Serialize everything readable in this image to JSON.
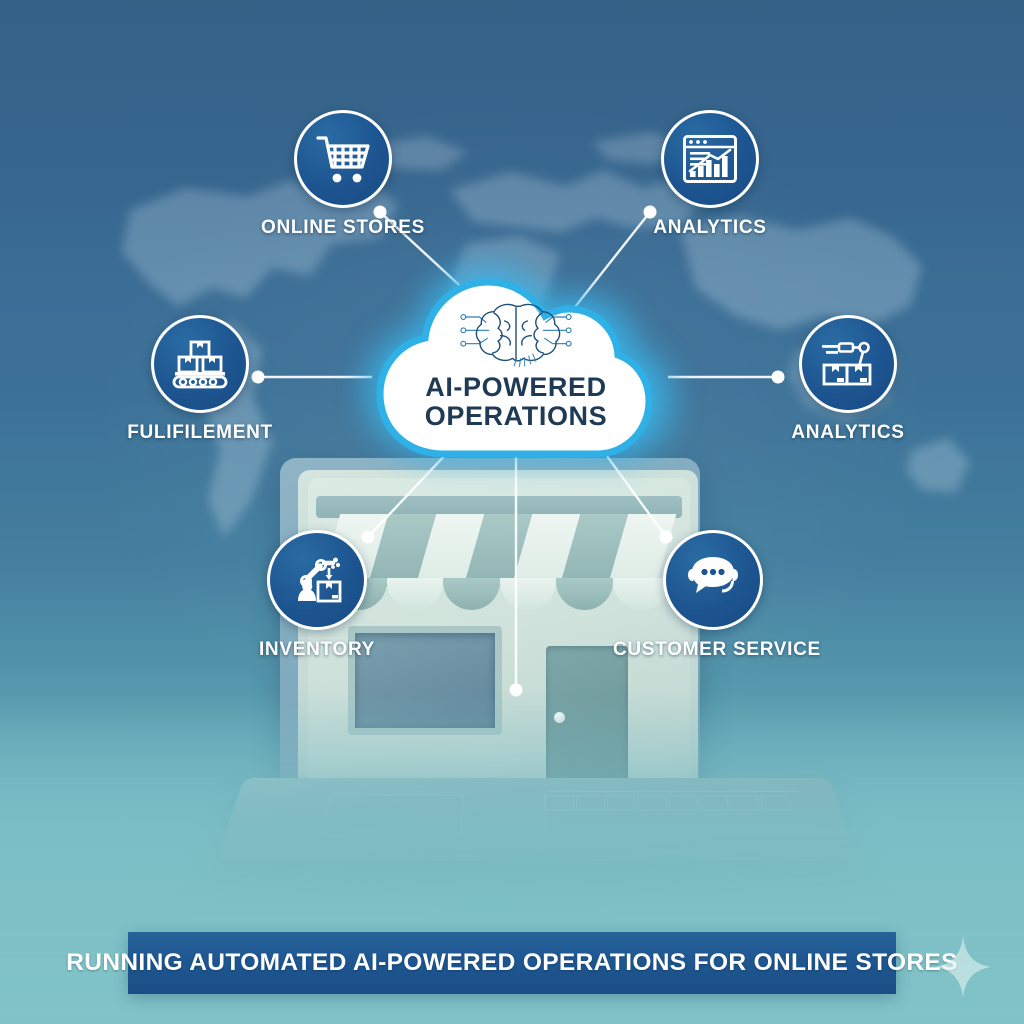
{
  "meta": {
    "title": "AI-Powered Operations Infographic",
    "layout": "hub-and-spoke"
  },
  "theme": {
    "node_blue": "#1d5591",
    "banner_blue": "#1f5791",
    "cloud_glow": "#3fb8e8",
    "cloud_fill": "#ffffff",
    "cloud_title_color": "#1e3a55",
    "label_color": "#ffffff",
    "bg_top": "#3e6d95",
    "bg_bottom": "#80c2c6",
    "device_body": "#8fb4c6",
    "device_screen": "#d4e4de"
  },
  "hub": {
    "icon": "brain-circuit-icon",
    "title_line1": "AI-POWERED",
    "title_line2": "OPERATIONS"
  },
  "nodes": [
    {
      "id": "online-stores",
      "label": "ONLINE STORES",
      "icon": "shopping-cart-icon",
      "position": "top-left"
    },
    {
      "id": "analytics-top",
      "label": "ANALYTICS",
      "icon": "analytics-dashboard-icon",
      "position": "top-right"
    },
    {
      "id": "fulfilment",
      "label": "FULIFILEMENT",
      "icon": "conveyor-boxes-icon",
      "position": "mid-left"
    },
    {
      "id": "analytics-right",
      "label": "ANALYTICS",
      "icon": "warehouse-robot-icon",
      "position": "mid-right"
    },
    {
      "id": "inventory",
      "label": "INVENTORY",
      "icon": "robot-arm-box-icon",
      "position": "bottom-left"
    },
    {
      "id": "customer-service",
      "label": "CUSTOMER SERVICE",
      "icon": "chat-headset-icon",
      "position": "bottom-right"
    }
  ],
  "device": {
    "type": "laptop-storefront-illustration",
    "elements": [
      "awning",
      "shop-window",
      "shop-door",
      "keyboard-base"
    ]
  },
  "banner": {
    "text": "RUNNING AUTOMATED AI-POWERED OPERATIONS FOR ONLINE STORES"
  },
  "decor": {
    "sparkle": "four-point-star-sparkle"
  }
}
